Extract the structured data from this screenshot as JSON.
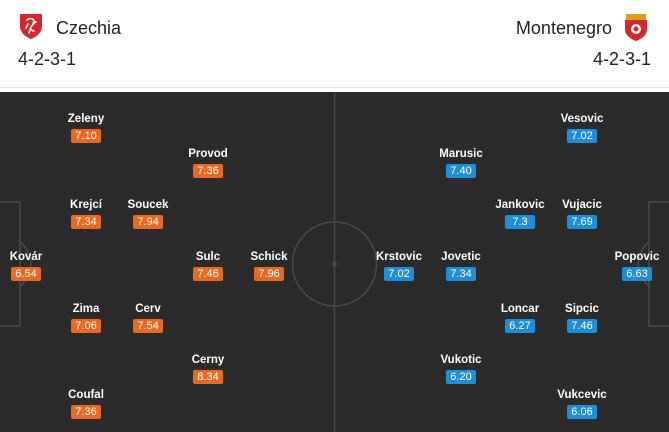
{
  "home": {
    "name": "Czechia",
    "formation": "4-2-3-1",
    "rating_color": "#e8691f",
    "players": [
      {
        "name": "Zeleny",
        "rating": "7.10"
      },
      {
        "name": "Provod",
        "rating": "7.36"
      },
      {
        "name": "Krejcí",
        "rating": "7.34"
      },
      {
        "name": "Soucek",
        "rating": "7.94"
      },
      {
        "name": "Kovár",
        "rating": "6.54"
      },
      {
        "name": "Sulc",
        "rating": "7.46"
      },
      {
        "name": "Schick",
        "rating": "7.96"
      },
      {
        "name": "Zima",
        "rating": "7.06"
      },
      {
        "name": "Cerv",
        "rating": "7.54"
      },
      {
        "name": "Cerny",
        "rating": "8.34"
      },
      {
        "name": "Coufal",
        "rating": "7.36"
      }
    ]
  },
  "away": {
    "name": "Montenegro",
    "formation": "4-2-3-1",
    "rating_color": "#1f8ed8",
    "players": [
      {
        "name": "Vesovic",
        "rating": "7.02"
      },
      {
        "name": "Marusic",
        "rating": "7.40"
      },
      {
        "name": "Jankovic",
        "rating": "7.3"
      },
      {
        "name": "Vujacic",
        "rating": "7.69"
      },
      {
        "name": "Krstovic",
        "rating": "7.02"
      },
      {
        "name": "Jovetic",
        "rating": "7.34"
      },
      {
        "name": "Popovic",
        "rating": "6.63"
      },
      {
        "name": "Loncar",
        "rating": "6.27"
      },
      {
        "name": "Sipcic",
        "rating": "7.46"
      },
      {
        "name": "Vukotic",
        "rating": "6.20"
      },
      {
        "name": "Vukcevic",
        "rating": "6.06"
      }
    ]
  },
  "pitch_color": "#2b2b2b",
  "line_color": "#4a4a4a"
}
